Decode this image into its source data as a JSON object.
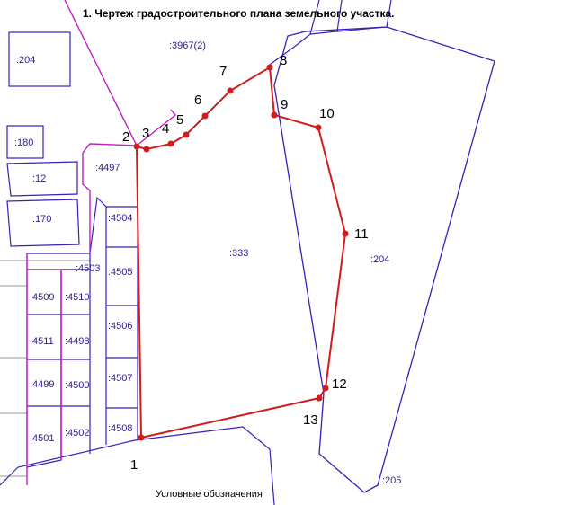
{
  "title": "1. Чертеж градостроительного плана земельного участка.",
  "legend_label": "Условные обозначения",
  "colors": {
    "cadastral_line": "#3a1fb8",
    "zone_line": "#c21ec8",
    "plot_line": "#d01c1c",
    "gray_line": "#9a9a9a",
    "label": "#2a1f8f"
  },
  "parcels": {
    "p204_left": ":204",
    "p3967": ":3967(2)",
    "p180": ":180",
    "p12": ":12",
    "p170": ":170",
    "p4497": ":4497",
    "p4504": ":4504",
    "p4503": ":4503",
    "p4505": ":4505",
    "p4509": ":4509",
    "p4510": ":4510",
    "p4506": ":4506",
    "p4511": ":4511",
    "p4498": ":4498",
    "p4507": ":4507",
    "p4499": ":4499",
    "p4500": ":4500",
    "p4508": ":4508",
    "p4501": ":4501",
    "p4502": ":4502",
    "p333": ":333",
    "p204_right": ":204",
    "p205": ":205"
  },
  "points": [
    "1",
    "2",
    "3",
    "4",
    "5",
    "6",
    "7",
    "8",
    "9",
    "10",
    "11",
    "12",
    "13"
  ]
}
